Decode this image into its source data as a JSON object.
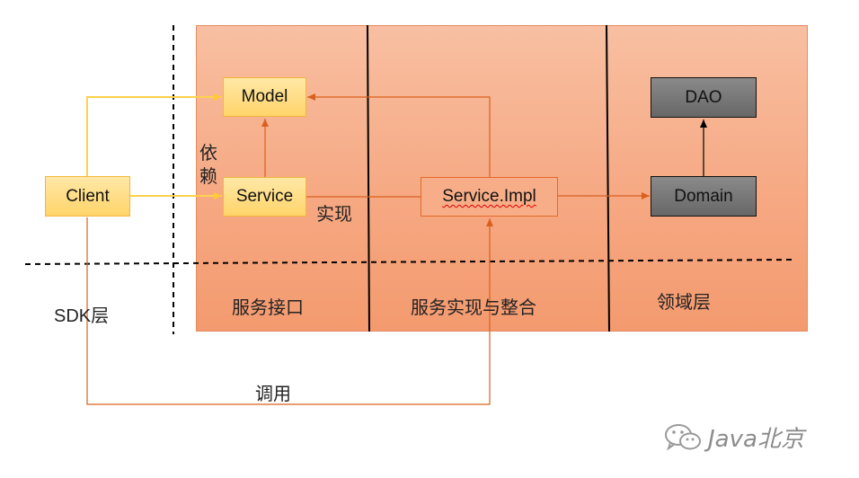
{
  "boxes": {
    "client": "Client",
    "model": "Model",
    "service": "Service",
    "service_impl": "Service.Impl",
    "dao": "DAO",
    "domain": "Domain"
  },
  "labels": {
    "depend_1": "依",
    "depend_2": "赖",
    "implement": "实现",
    "call": "调用",
    "sdk_layer": "SDK层",
    "service_interface": "服务接口",
    "service_impl_integration": "服务实现与整合",
    "domain_layer": "领域层"
  },
  "watermark": {
    "text": "Java北京"
  },
  "colors": {
    "panel": "#f6a983",
    "yellow_box": "#ffd46a",
    "orange_box": "#f7ae88",
    "gray_box": "#777777",
    "yellow_line": "#ffd24d",
    "orange_line": "#e2742f"
  }
}
